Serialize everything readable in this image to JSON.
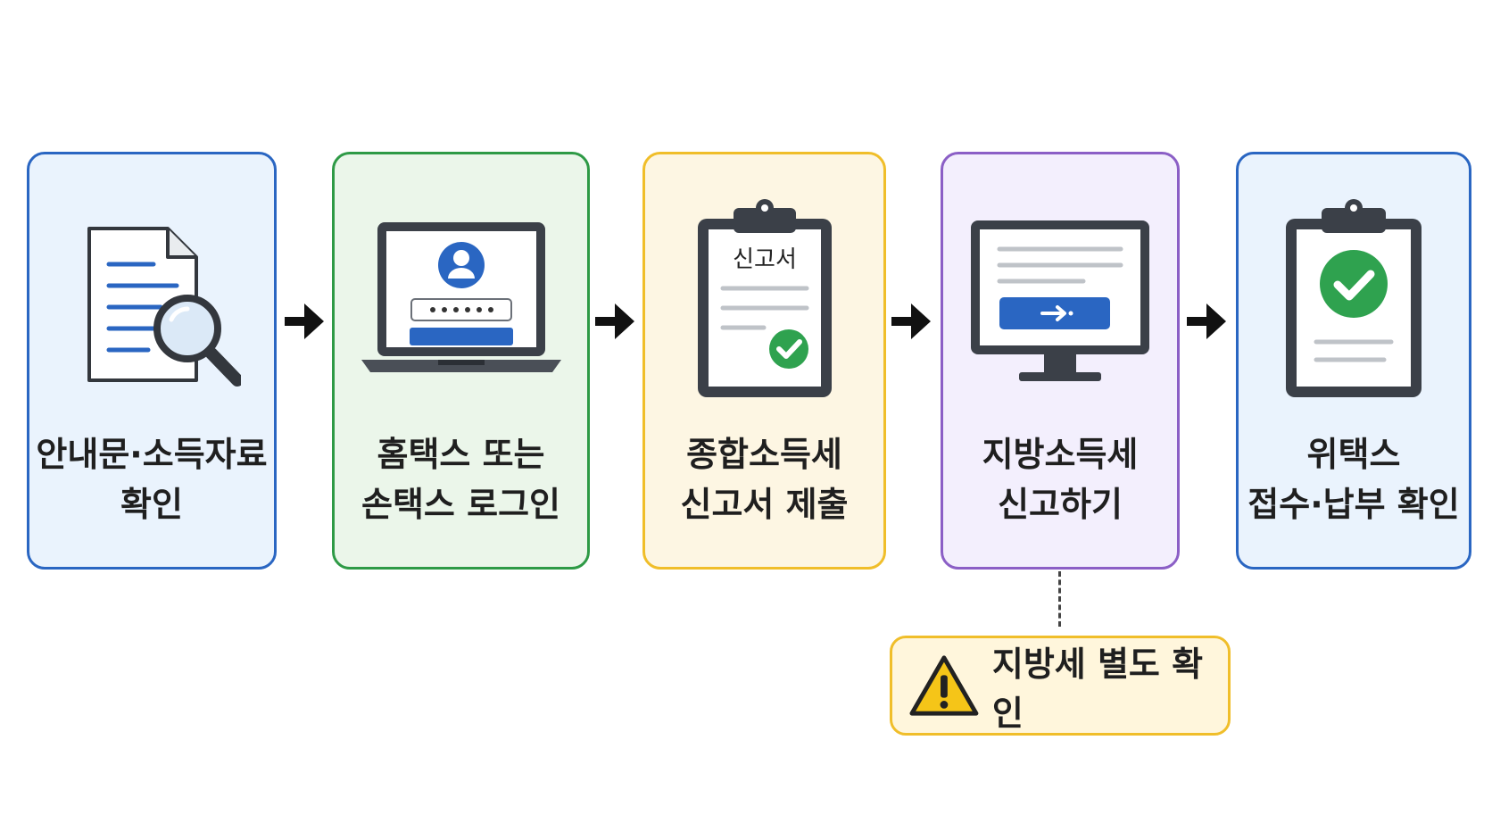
{
  "steps": [
    {
      "icon": "document-search-icon",
      "line1": "안내문·소득자료",
      "line2": "확인",
      "bg": "#eaf3fd",
      "border": "#2a66c2"
    },
    {
      "icon": "laptop-login-icon",
      "line1": "홈택스 또는",
      "line2": "손택스 로그인",
      "bg": "#ebf6ea",
      "border": "#2e9a46"
    },
    {
      "icon": "clipboard-report-icon",
      "line1": "종합소득세",
      "line2": "신고서 제출",
      "bg": "#fdf6e3",
      "border": "#f0be2a",
      "clipboard_title": "신고서"
    },
    {
      "icon": "monitor-submit-icon",
      "line1": "지방소득세",
      "line2": "신고하기",
      "bg": "#f3effd",
      "border": "#8b5fc6"
    },
    {
      "icon": "clipboard-check-icon",
      "line1": "위택스",
      "line2": "접수·납부 확인",
      "bg": "#eaf3fd",
      "border": "#2a66c2"
    }
  ],
  "note": {
    "icon": "warning-icon",
    "text": "지방세 별도 확인"
  },
  "colors": {
    "accent_blue": "#2a66c2",
    "check_green": "#2fa24f",
    "warning_yellow": "#f5c518",
    "arrow": "#111111"
  }
}
